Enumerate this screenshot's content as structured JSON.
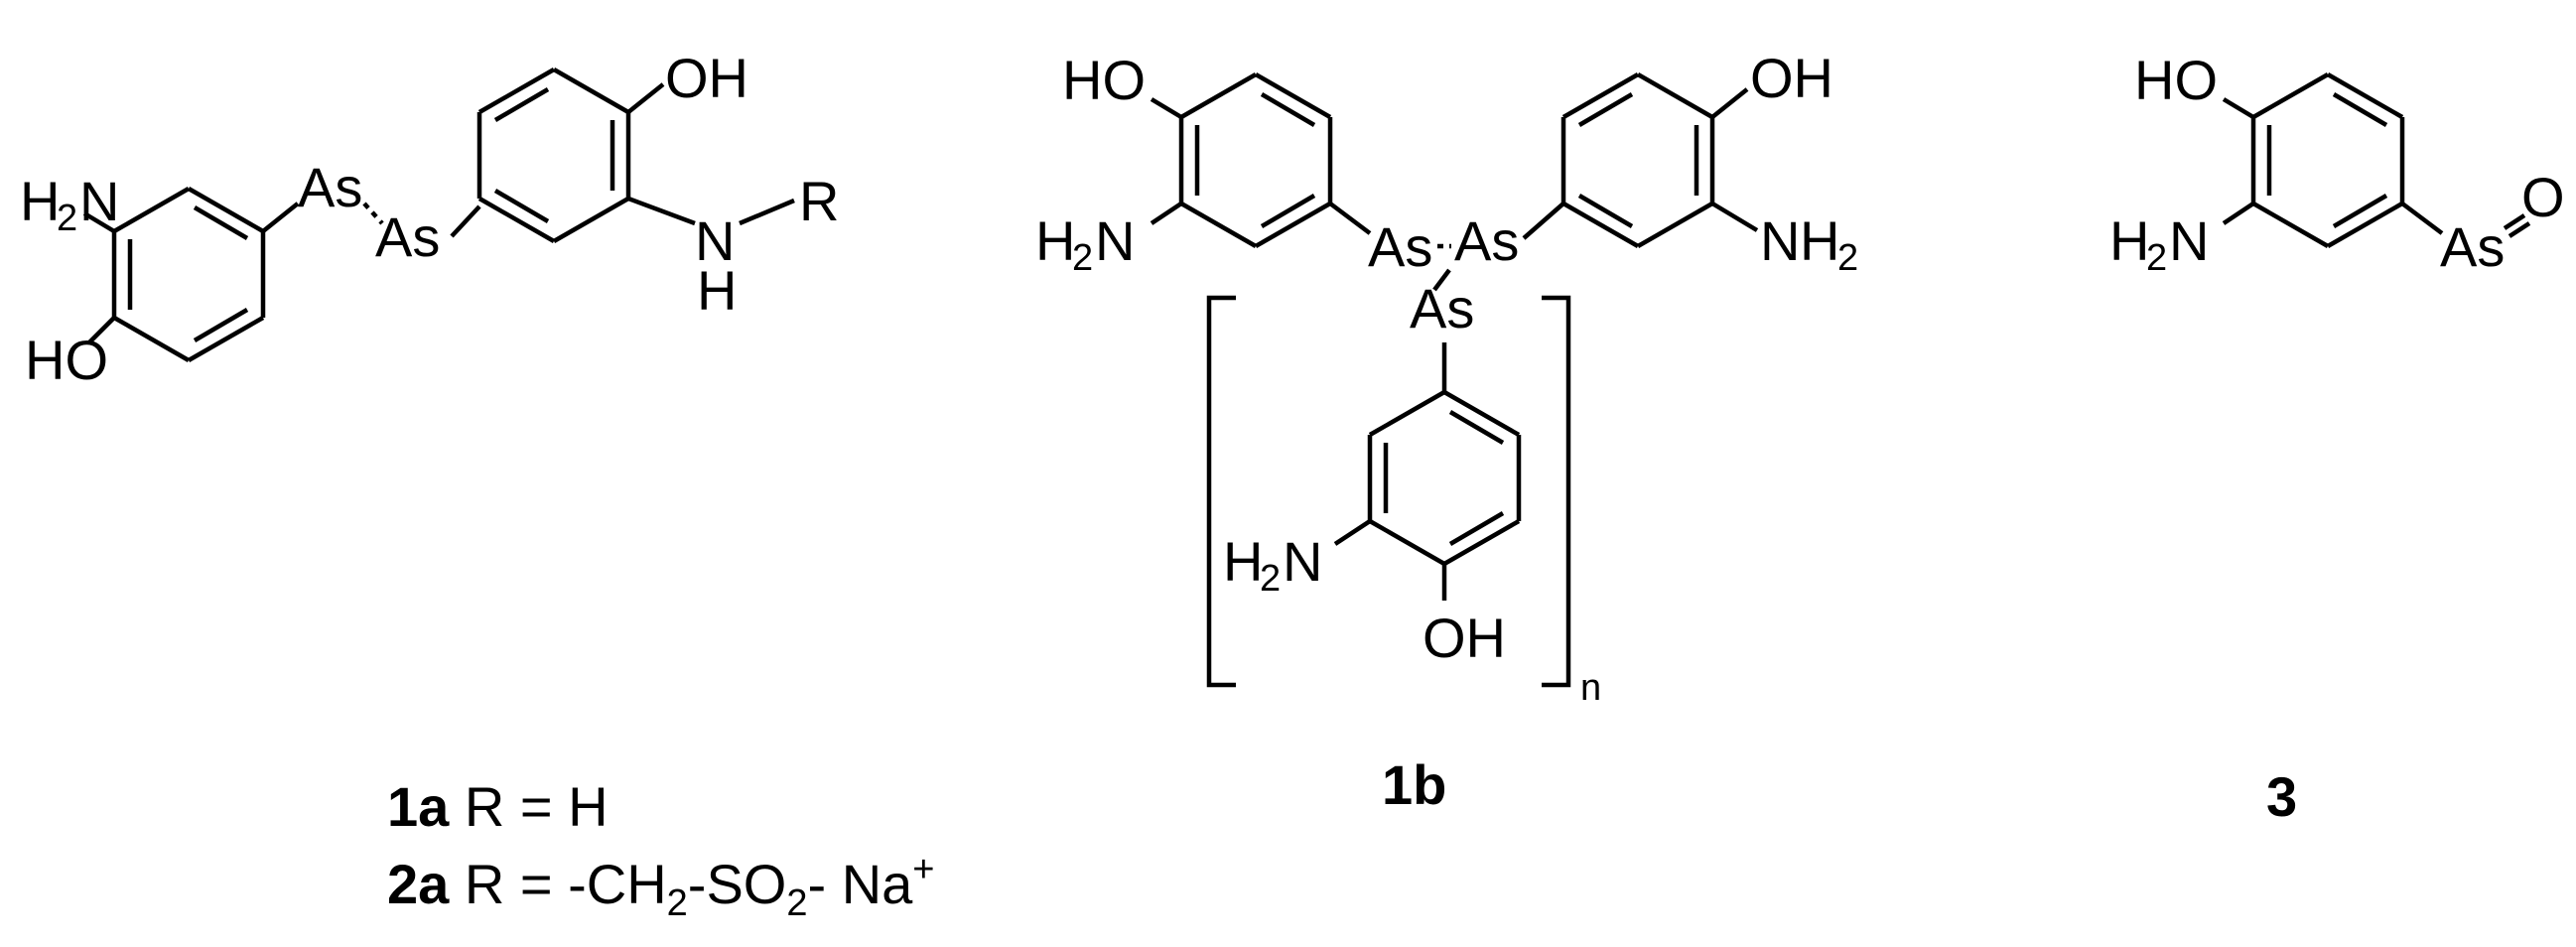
{
  "atoms": {
    "h": "H",
    "two": "2",
    "n": "N",
    "o": "O",
    "oh": "OH",
    "ho": "HO",
    "as": "As",
    "r": "R",
    "ho_big": "HO",
    "polymer_n": "n"
  },
  "compounds": {
    "c1a": {
      "label": "1a",
      "text": " R = H"
    },
    "c2a": {
      "label": "2a",
      "text_a": " R = -CH",
      "sub2": "2",
      "text_b": "-SO",
      "sub2b": "2",
      "text_c": "- Na",
      "sup": "+"
    },
    "c1b": {
      "label": "1b"
    },
    "c3": {
      "label": "3"
    }
  }
}
